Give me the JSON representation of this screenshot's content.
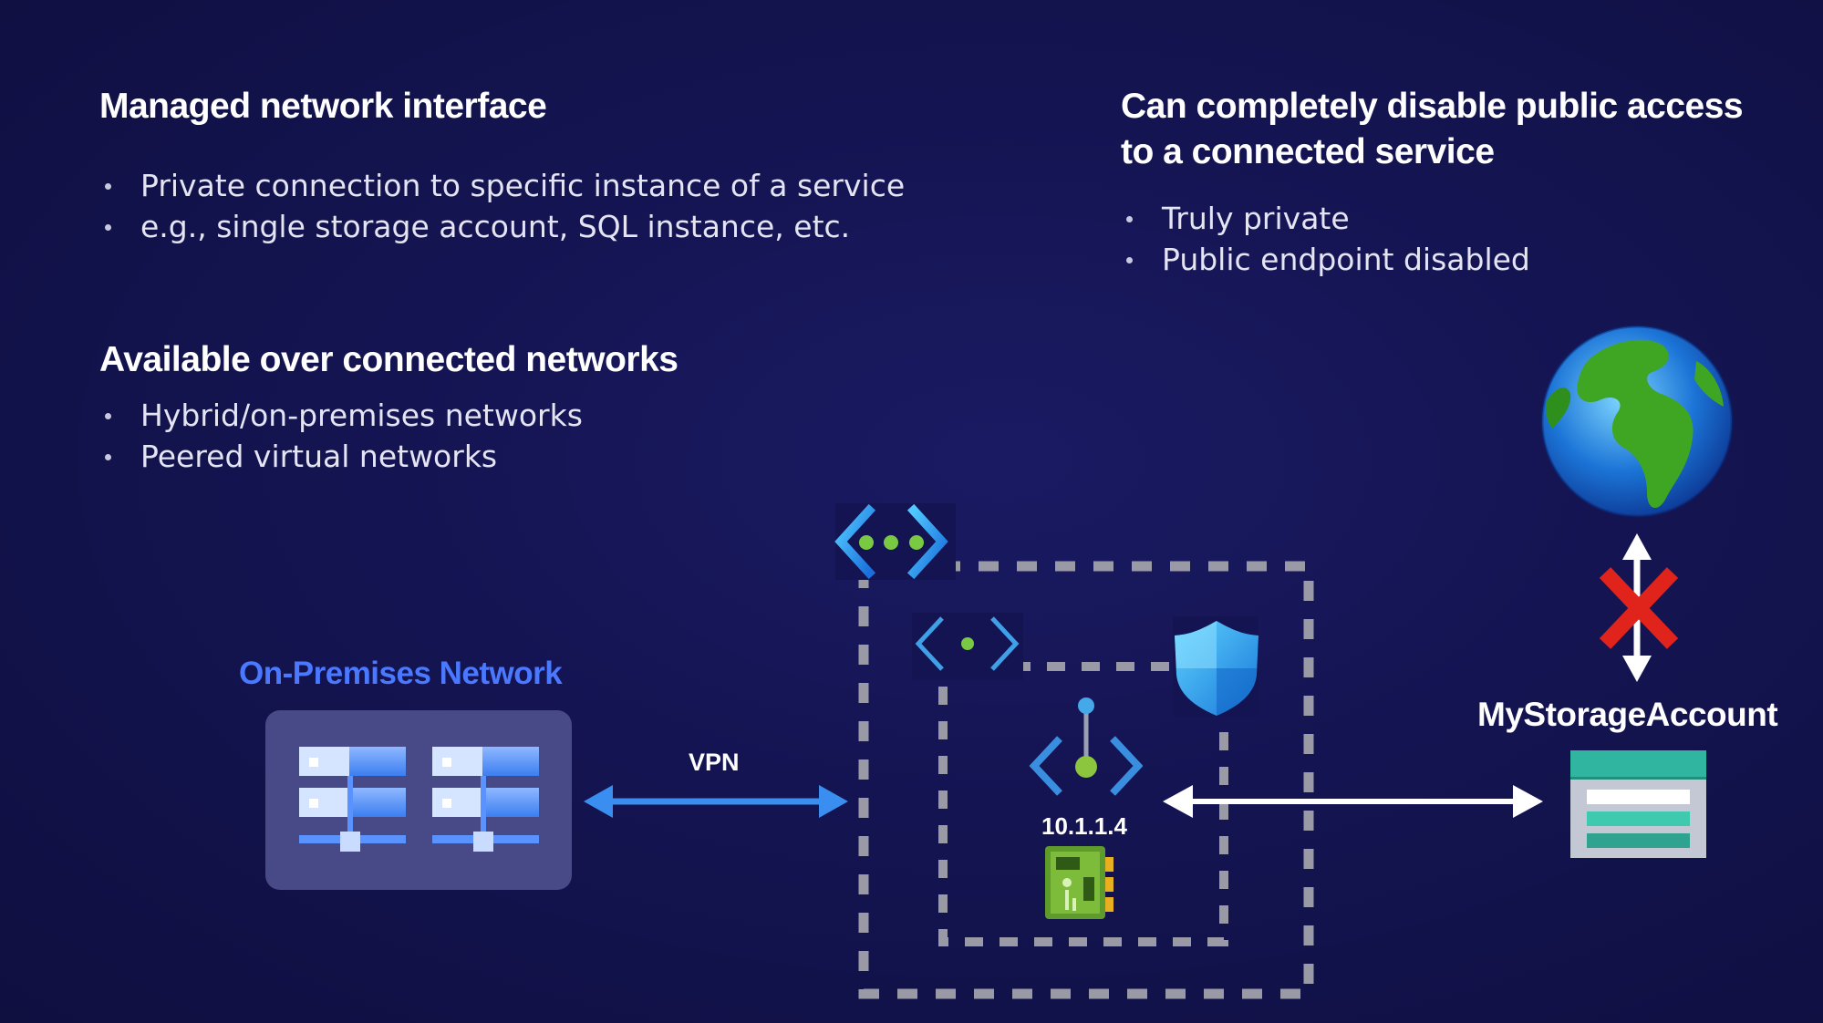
{
  "sections": {
    "managed_interface": {
      "heading": "Managed network interface",
      "bullets": [
        "Private connection to specific instance of a service",
        "e.g., single storage account, SQL instance, etc."
      ]
    },
    "disable_public": {
      "heading_line1": "Can completely disable public access",
      "heading_line2": "to a connected service",
      "bullets": [
        "Truly private",
        "Public endpoint disabled"
      ]
    },
    "connected_networks": {
      "heading": "Available over connected networks",
      "bullets": [
        "Hybrid/on-premises networks",
        "Peered virtual networks"
      ]
    }
  },
  "diagram": {
    "on_prem_label": "On-Premises Network",
    "vpn_label": "VPN",
    "private_ip": "10.1.1.4",
    "storage_label": "MyStorageAccount",
    "icons": {
      "virtual_network": "virtual-network-icon",
      "subnet": "subnet-icon",
      "shield": "security-shield-icon",
      "private_endpoint": "private-endpoint-icon",
      "nic": "network-interface-card-icon",
      "globe": "globe-icon",
      "servers": "server-rack-icon",
      "storage": "storage-account-icon",
      "blocked": "blocked-x-icon"
    }
  },
  "colors": {
    "background": "#141452",
    "on_prem_label": "#4a78ff",
    "vpn_arrow": "#3a8ef0",
    "dashed_border": "#9a9aa6",
    "block_x": "#e0231b",
    "storage_top": "#2fb5a0"
  }
}
